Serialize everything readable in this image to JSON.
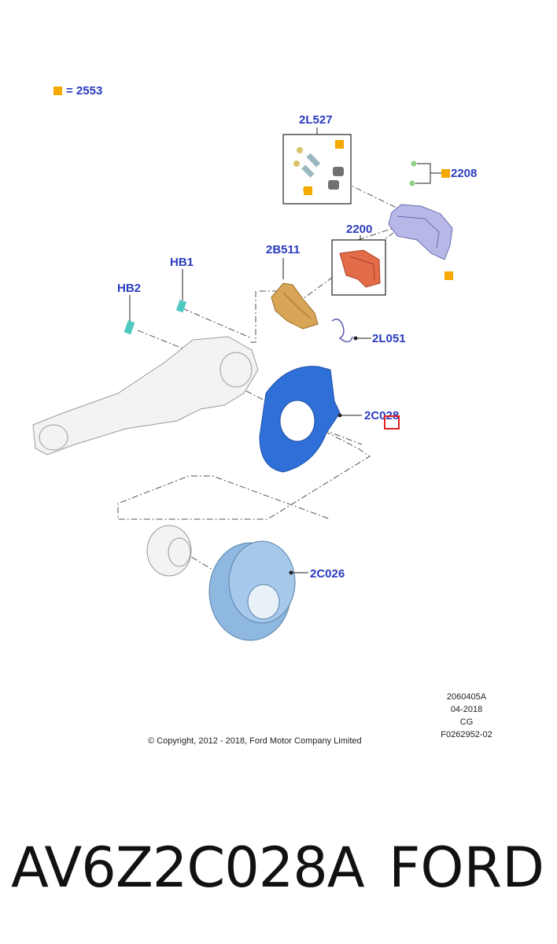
{
  "legend": {
    "symbol_color": "#f5a800",
    "text": "= 2553"
  },
  "callouts": {
    "kit": "2L527",
    "bleeder": "2208",
    "pads": "2200",
    "bracket": "2B511",
    "bolt1": "HB1",
    "bolt2": "HB2",
    "spring": "2L051",
    "shield": "2C028",
    "rotor": "2C026"
  },
  "meta": {
    "illustration_id": "2060405A",
    "date": "04-2018",
    "code": "CG",
    "figure_id": "F0262952-02",
    "copyright": "© Copyright, 2012 - 2018, Ford Motor Company Limited"
  },
  "footer": {
    "part_number": "AV6Z2C028A",
    "brand": "FORD"
  },
  "colors": {
    "callout_text": "#2a3bbf",
    "shield": "#2f6fd8",
    "rotor": "#8fb8e0",
    "pads": "#e26b48",
    "bracket": "#d8a556",
    "caliper": "#b8b8e8",
    "knuckle": "#f0f0f0",
    "highlight": "#e0201f"
  }
}
